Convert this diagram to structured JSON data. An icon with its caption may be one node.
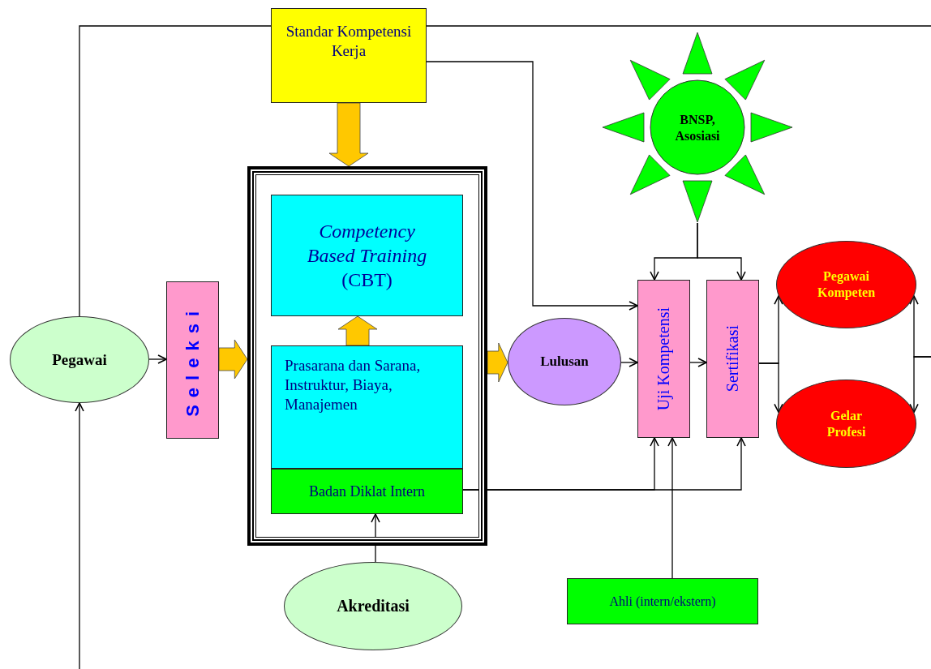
{
  "diagram": {
    "nodes": [
      {
        "text": [
          "Standar Kompetensi Kerja"
        ]
      },
      {
        "text": [
          "Pegawai"
        ]
      },
      {
        "text": [
          "Seleksi"
        ]
      },
      {
        "text": [],
        "shape": "box"
      },
      {
        "text": [
          "*Competency Based Training* (CBT)"
        ],
        "in": 3
      },
      {
        "text": [
          "Prasarana dan Sarana, Instruktur, Biaya, Manajemen"
        ],
        "in": 3
      },
      {
        "text": [
          "Badan Diklat Intern"
        ],
        "in": 3
      },
      {
        "text": [
          "Akreditasi"
        ]
      },
      {
        "text": [
          "Lulusan"
        ]
      },
      {
        "text": [
          "BNSP, Asosiasi"
        ]
      },
      {
        "text": [
          "Uji Kompetensi"
        ]
      },
      {
        "text": [
          "Sertifikasi"
        ]
      },
      {
        "text": [
          "Pegawai Kompeten"
        ]
      },
      {
        "text": [
          "Gelar Profesi"
        ]
      },
      {
        "text": [
          "Ahli (intern/ekstern)"
        ]
      }
    ],
    "edges": [
      {
        "from": 0,
        "to": 1,
        "arrow": "none"
      },
      {
        "from": 0,
        "to": null,
        "arrow": "none"
      },
      {
        "from": 0,
        "to": 10,
        "arrow": "to"
      },
      {
        "from": 0,
        "to": 3,
        "arrow": "to",
        "style": "thick",
        "color": "#ffc800"
      },
      {
        "from": null,
        "to": 1,
        "arrow": "to"
      },
      {
        "from": 1,
        "to": 2,
        "arrow": "to"
      },
      {
        "from": 2,
        "to": 3,
        "arrow": "to",
        "style": "thick",
        "color": "#ffc800"
      },
      {
        "from": 5,
        "to": 4,
        "arrow": "to",
        "style": "thick",
        "color": "#ffc800"
      },
      {
        "from": 3,
        "to": 8,
        "arrow": "to",
        "style": "thick",
        "color": "#ffc800"
      },
      {
        "from": 7,
        "to": 6,
        "arrow": "to"
      },
      {
        "from": 6,
        "to": 10,
        "arrow": "to"
      },
      {
        "from": 6,
        "to": 11,
        "arrow": "to"
      },
      {
        "from": 14,
        "to": 10,
        "arrow": "to"
      },
      {
        "from": 8,
        "to": 10,
        "arrow": "to"
      },
      {
        "from": 10,
        "to": 11,
        "arrow": "to"
      },
      {
        "from": 9,
        "to": 10,
        "arrow": "to"
      },
      {
        "from": 9,
        "to": 11,
        "arrow": "to"
      },
      {
        "from": 11,
        "to": 12,
        "arrow": "to"
      },
      {
        "from": 11,
        "to": 13,
        "arrow": "to"
      },
      {
        "from": null,
        "to": 12,
        "arrow": "to"
      },
      {
        "from": null,
        "to": 13,
        "arrow": "to"
      }
    ]
  }
}
